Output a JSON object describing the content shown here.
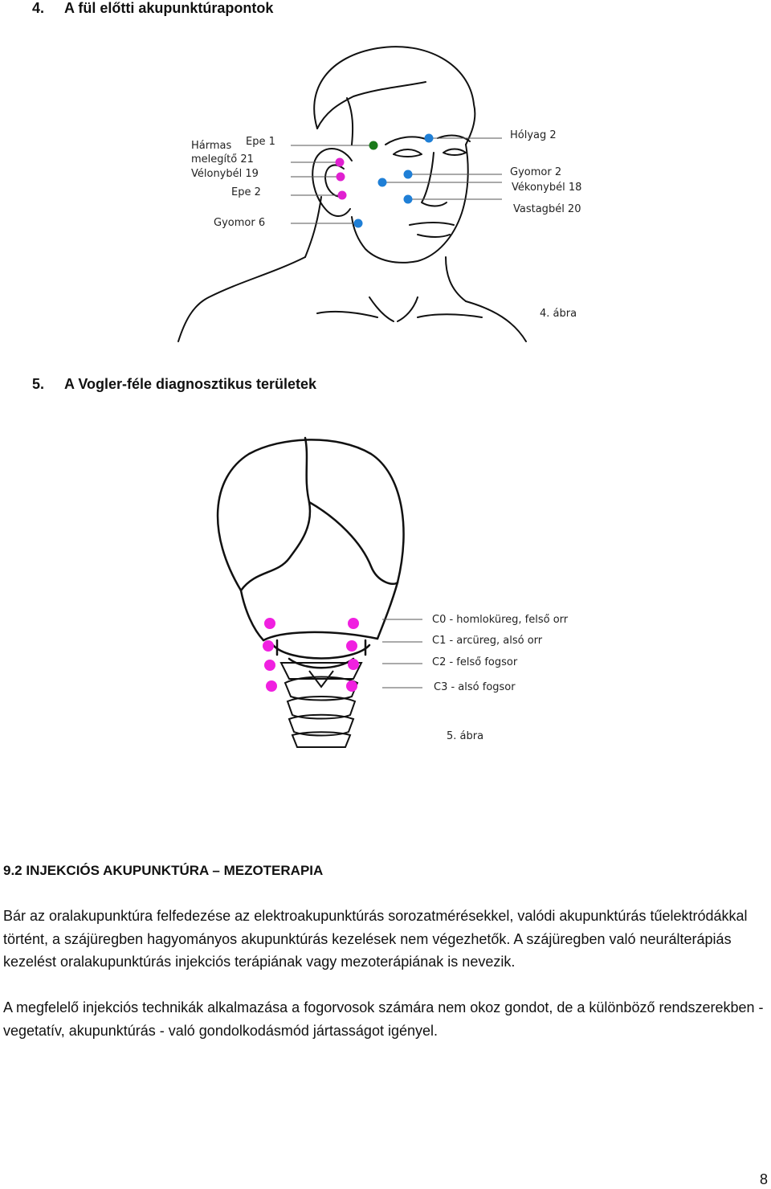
{
  "section4": {
    "num": "4.",
    "title": "A fül előtti akupunktúrapontok"
  },
  "figure4": {
    "caption": "4. ábra",
    "labels_left": [
      "Hármas",
      "melegítő 21",
      "Vélonybél 19",
      "Epe 1",
      "Epe 2",
      "Gyomor 6"
    ],
    "labels_right": [
      "Hólyag 2",
      "Gyomor 2",
      "Vékonybél 18",
      "Vastagbél 20"
    ],
    "colors": {
      "green": "#1a7a1a",
      "blue": "#1f7fd6",
      "magenta": "#e020d0"
    }
  },
  "section5": {
    "num": "5.",
    "title": "A Vogler-féle diagnosztikus területek"
  },
  "figure5": {
    "caption": "5. ábra",
    "labels": [
      "C0 - homloküreg, felső orr",
      "C1 - arcüreg, alsó orr",
      "C2 - felső fogsor",
      "C3 - alsó fogsor"
    ],
    "colors": {
      "magenta": "#f020e0"
    }
  },
  "section92": {
    "title": "9.2 INJEKCIÓS AKUPUNKTÚRA – MEZOTERAPIA"
  },
  "paragraphs": [
    "Bár az oralakupunktúra felfedezése az elektroakupunktúrás sorozatmérésekkel, valódi akupunktúrás tűelektródákkal történt, a szájüregben hagyományos akupunktúrás kezelések nem végezhetők. A szájüregben való neurálterápiás kezelést oralakupunktúrás injekciós terápiának vagy mezoterápiának is nevezik.",
    "A megfelelő injekciós technikák alkalmazása a fogorvosok számára nem okoz gondot, de a különböző rendszerekben - vegetatív, akupunktúrás - való gondolkodásmód jártasságot igényel."
  ],
  "page_number": "8"
}
